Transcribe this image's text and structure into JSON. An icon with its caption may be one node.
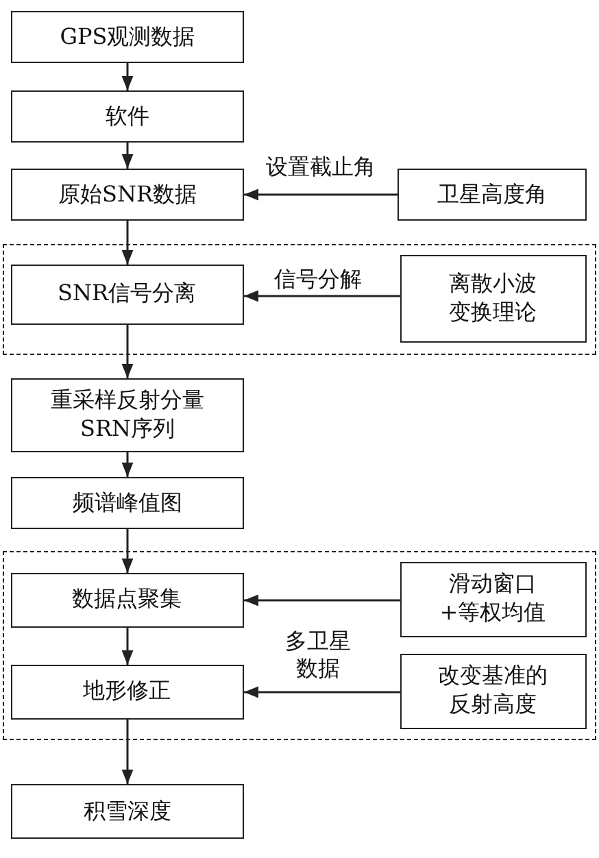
{
  "diagram": {
    "nodes": [
      {
        "text": [
          "GPS观测数据"
        ]
      },
      {
        "text": [
          "软件"
        ]
      },
      {
        "text": [
          "原始SNR数据"
        ]
      },
      {
        "text": [
          "卫星高度角"
        ]
      },
      {
        "text": [],
        "shape": "box"
      },
      {
        "text": [
          "SNR信号分离"
        ],
        "in": 4
      },
      {
        "text": [
          "离散小波变换理论"
        ],
        "in": 4
      },
      {
        "text": [
          "重采样反射分量SRN序列"
        ]
      },
      {
        "text": [
          "频谱峰值图"
        ]
      },
      {
        "text": [],
        "shape": "box"
      },
      {
        "text": [
          "数据点聚集"
        ],
        "in": 9
      },
      {
        "text": [
          "滑动窗口+等权均值"
        ],
        "in": 9
      },
      {
        "text": [
          "地形修正"
        ],
        "in": 9
      },
      {
        "text": [
          "改变基准的反射高度"
        ],
        "in": 9
      },
      {
        "text": [
          "积雪深度"
        ]
      }
    ],
    "edges": [
      {
        "from": 0,
        "to": 1,
        "arrow": "to"
      },
      {
        "from": 1,
        "to": 2,
        "arrow": "to"
      },
      {
        "from": 3,
        "to": 2,
        "arrow": "to",
        "label": "设置截止角"
      },
      {
        "from": 2,
        "to": 5,
        "arrow": "to"
      },
      {
        "from": 6,
        "to": 5,
        "arrow": "to",
        "label": "信号分解"
      },
      {
        "from": 5,
        "to": 7,
        "arrow": "to"
      },
      {
        "from": 7,
        "to": 8,
        "arrow": "to"
      },
      {
        "from": 8,
        "to": 10,
        "arrow": "to"
      },
      {
        "from": 11,
        "to": 10,
        "arrow": "to"
      },
      {
        "from": 10,
        "to": 12,
        "arrow": "to"
      },
      {
        "from": 13,
        "to": 12,
        "arrow": "to"
      },
      {
        "from": 12,
        "to": 14,
        "arrow": "to"
      }
    ],
    "labels": [
      "多卫星数据"
    ]
  }
}
